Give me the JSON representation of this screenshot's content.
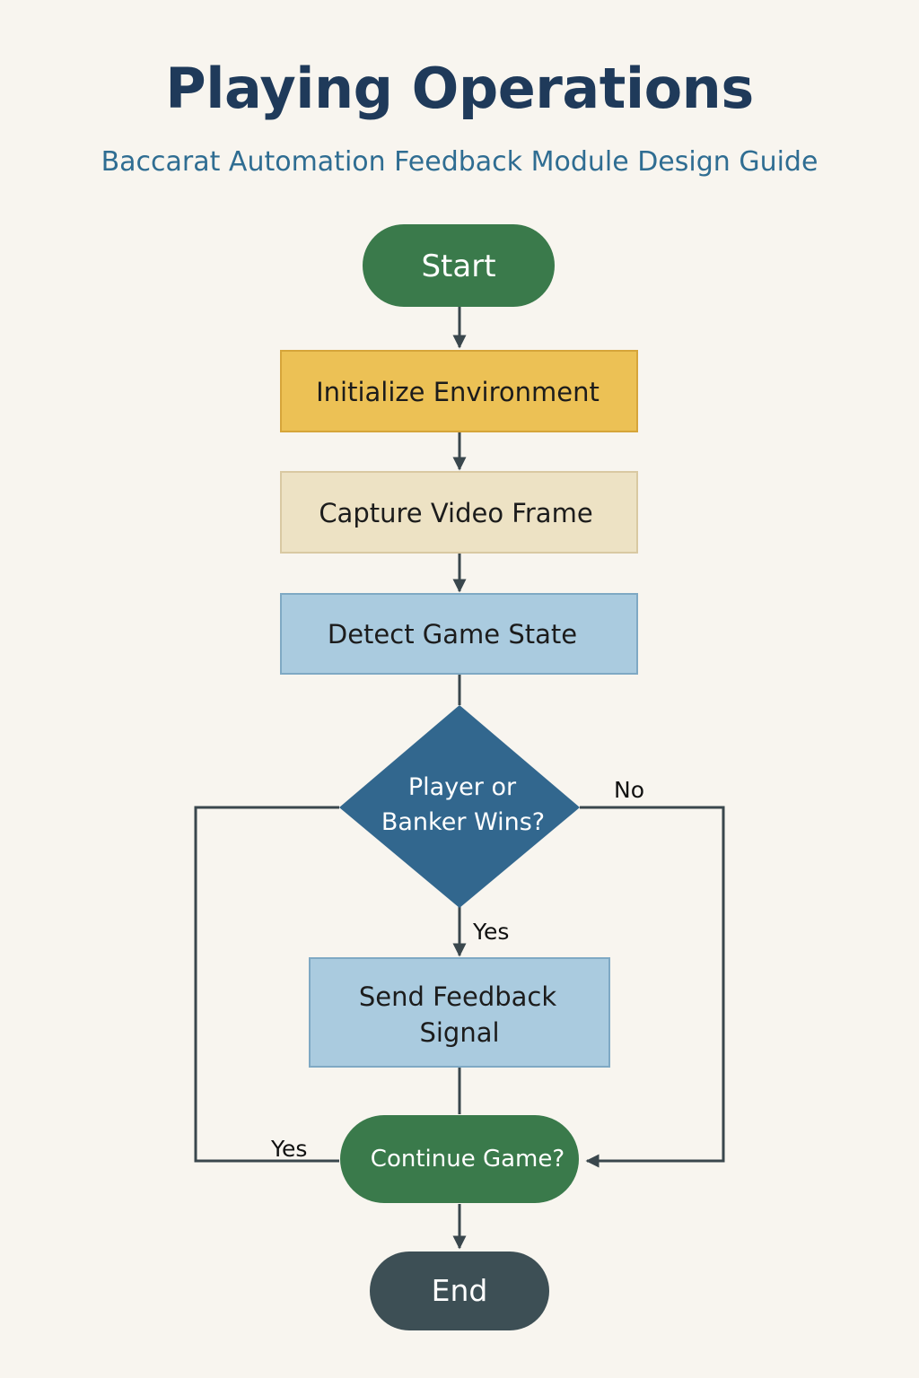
{
  "title": "Playing Operations",
  "subtitle": "Baccarat Automation Feedback Module Design Guide",
  "colors": {
    "background": "#f8f5ef",
    "start": "#3a7a4b",
    "initialize": "#ecc155",
    "capture": "#ede2c4",
    "detect": "#aacbdf",
    "decision": "#32678e",
    "feedback": "#aacbdf",
    "continue": "#3a7a4b",
    "end": "#3d4f55",
    "line": "#3a474d"
  },
  "nodes": {
    "start": {
      "label": "Start"
    },
    "initialize": {
      "label": "Initialize Environment"
    },
    "capture": {
      "label": "Capture Video Frame"
    },
    "detect": {
      "label": "Detect Game State"
    },
    "decision": {
      "line1": "Player or",
      "line2": "Banker Wins?"
    },
    "feedback": {
      "line1": "Send Feedback",
      "line2": "Signal"
    },
    "continue": {
      "label": "Continue Game?"
    },
    "end": {
      "label": "End"
    }
  },
  "edges": {
    "yes_down": "Yes",
    "no_right": "No",
    "yes_loop": "Yes"
  }
}
